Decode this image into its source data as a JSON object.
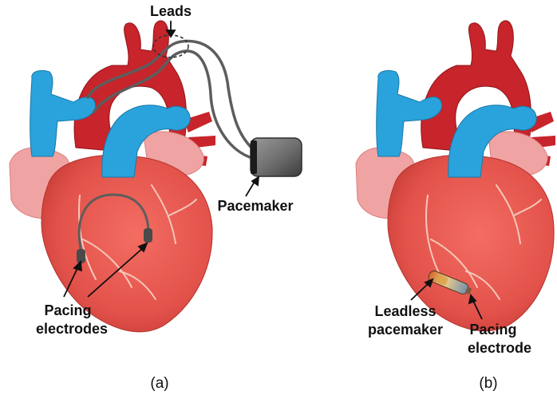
{
  "panels": [
    {
      "id": "a",
      "caption": "(a)",
      "labels": {
        "leads": "Leads",
        "pacemaker": "Pacemaker",
        "electrodes_line1": "Pacing",
        "electrodes_line2": "electrodes"
      }
    },
    {
      "id": "b",
      "caption": "(b)",
      "labels": {
        "leadless_line1": "Leadless",
        "leadless_line2": "pacemaker",
        "electrode_line1": "Pacing",
        "electrode_line2": "electrode"
      }
    }
  ],
  "colors": {
    "ventricle": "#e8584f",
    "ventricle_dark": "#c63a35",
    "atrium": "#f0a3a3",
    "aorta": "#c8242b",
    "vein": "#2aa3dc",
    "lead_wire": "#5d5d5d",
    "device": "#3a3a3a"
  }
}
